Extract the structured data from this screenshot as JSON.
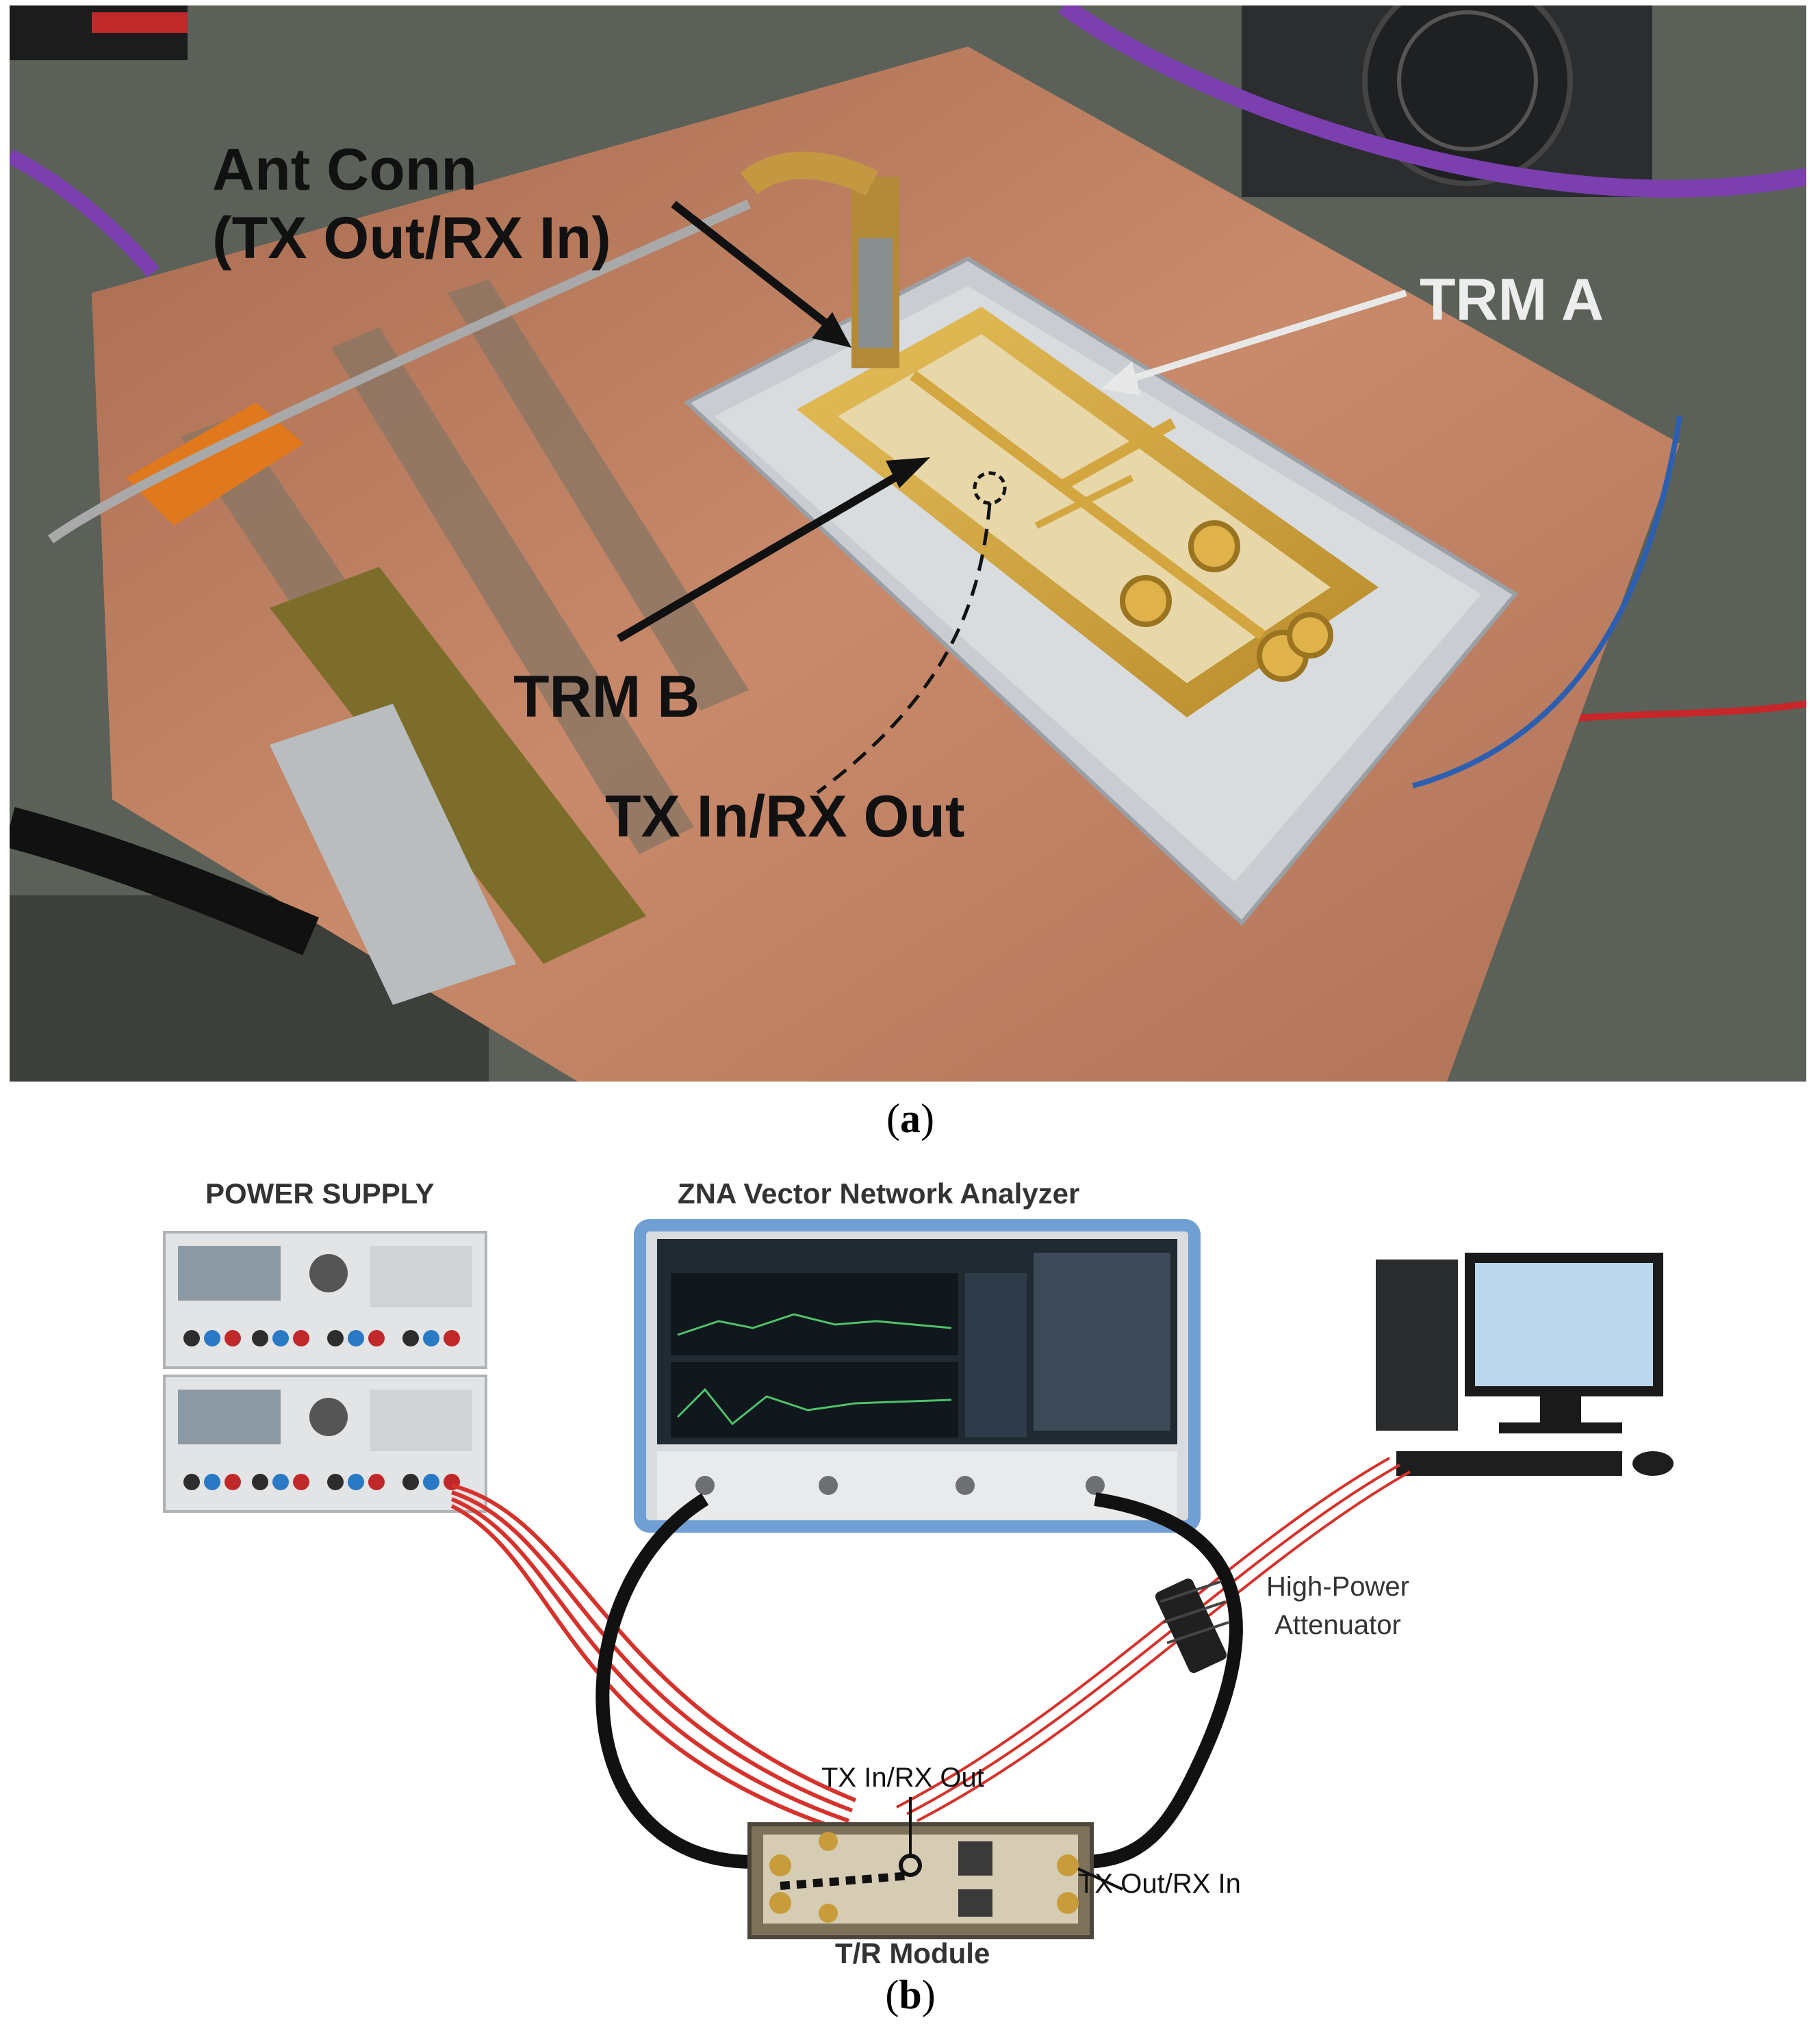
{
  "panel_a": {
    "labels": {
      "ant_conn_line1": "Ant Conn",
      "ant_conn_line2": "(TX Out/RX In)",
      "trm_a": "TRM A",
      "trm_b": "TRM B",
      "tx_in_rx_out": "TX In/RX Out"
    },
    "caption_letter": "a"
  },
  "panel_b": {
    "labels": {
      "power_supply": "POWER SUPPLY",
      "vna": "ZNA Vector Network Analyzer",
      "attenuator_line1": "High-Power",
      "attenuator_line2": "Attenuator",
      "tx_in_rx_out": "TX In/RX Out",
      "tx_out_rx_in": "TX Out/RX In",
      "tr_module": "T/R Module"
    },
    "caption_letter": "b"
  },
  "colors": {
    "copper": "#b87a5c",
    "gold": "#d6a53a",
    "aluminium": "#c9cdd1",
    "table_green": "#5d6357",
    "cable_red": "#d6322c",
    "vna_blue": "#6f9fd3"
  }
}
